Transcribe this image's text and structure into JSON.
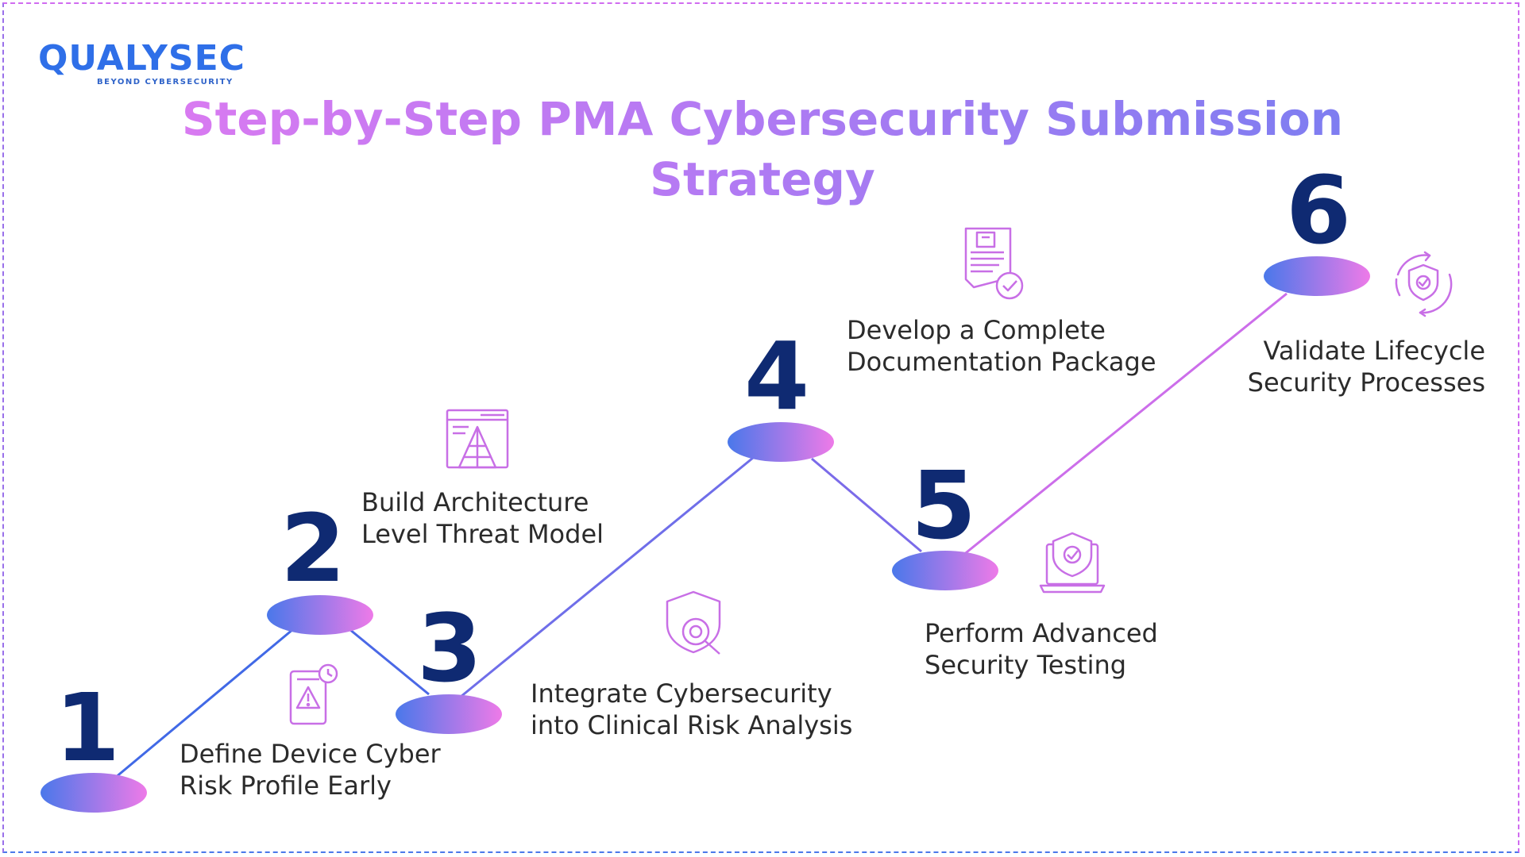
{
  "brand": {
    "name": "QUALYSEC",
    "tagline": "BEYOND CYBERSECURITY"
  },
  "title": {
    "line1": "Step-by-Step PMA Cybersecurity Submission",
    "line2": "Strategy"
  },
  "steps": [
    {
      "number": "1",
      "label_line1": "Define Device Cyber",
      "label_line2": "Risk Profile Early",
      "icon": "tablet-warning-icon"
    },
    {
      "number": "2",
      "label_line1": "Build Architecture",
      "label_line2": "Level Threat Model",
      "icon": "architecture-blueprint-icon"
    },
    {
      "number": "3",
      "label_line1": "Integrate Cybersecurity",
      "label_line2": "into Clinical Risk Analysis",
      "icon": "shield-magnifier-icon"
    },
    {
      "number": "4",
      "label_line1": "Develop a Complete",
      "label_line2": "Documentation Package",
      "icon": "document-check-icon"
    },
    {
      "number": "5",
      "label_line1": "Perform Advanced",
      "label_line2": "Security Testing",
      "icon": "laptop-shield-icon"
    },
    {
      "number": "6",
      "label_line1": "Validate Lifecycle",
      "label_line2": "Security Processes",
      "icon": "shield-cycle-icon"
    }
  ],
  "colors": {
    "number": "#0f2a72",
    "disc_start": "#4a78ea",
    "disc_end": "#ee7ae8",
    "icon_stroke": "#c86fe6",
    "title_start": "#e57af0",
    "title_end": "#6f7ef0"
  }
}
